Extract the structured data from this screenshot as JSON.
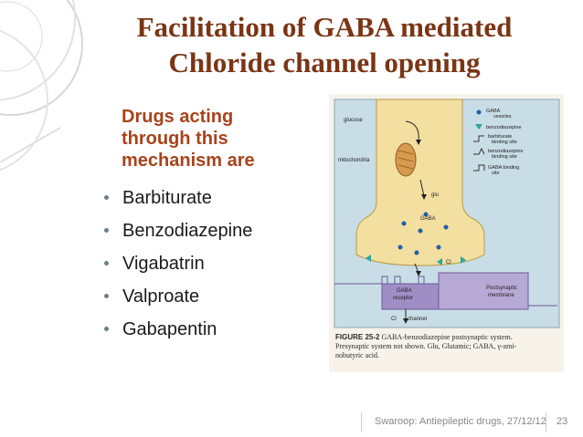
{
  "title": {
    "line1": "Facilitation of GABA mediated",
    "line2": "Chloride channel opening"
  },
  "intro": {
    "line1": "Drugs acting",
    "line2": "through this",
    "line3": "mechanism are"
  },
  "bullets": [
    "Barbiturate",
    "Benzodiazepine",
    "Vigabatrin",
    "Valproate",
    "Gabapentin"
  ],
  "figure": {
    "labels": {
      "glucose": "glucose",
      "mitochondria": "mitochondria",
      "glu": "glu",
      "gaba": "GABA",
      "cl_top": "Cl",
      "gaba_receptor_1": "GABA",
      "gaba_receptor_2": "receptor",
      "postsynaptic_1": "Postsynaptic",
      "postsynaptic_2": "membrane",
      "cl_channel": "Cl",
      "channel": "channel"
    },
    "legend": {
      "gaba_vesicles_1": "GABA",
      "gaba_vesicles_2": "vesicles",
      "benzodiazepine": "benzodiazepine",
      "barbiturate_1": "barbiturate",
      "barbiturate_2": "binding site",
      "benzo_site_1": "benzodiazepine",
      "benzo_site_2": "binding site",
      "gaba_site_1": "GABA binding",
      "gaba_site_2": "site"
    },
    "caption": {
      "label": "FIGURE 25-2",
      "line1": "GABA-benzodiazepine postsynaptic system.",
      "line2": "Presynaptic system not shown. Glu, Glutamic; GABA, γ-ami-",
      "line3": "nobutyric acid."
    }
  },
  "footer": {
    "text": "Swaroop: Antiepileptic drugs, 27/12/12",
    "page": "23"
  },
  "colors": {
    "title": "#7a3515",
    "intro": "#a8431b",
    "figure_bg": "#c9dde6",
    "terminal": "#f3dfa0",
    "receptor": "#9f8ec6"
  }
}
